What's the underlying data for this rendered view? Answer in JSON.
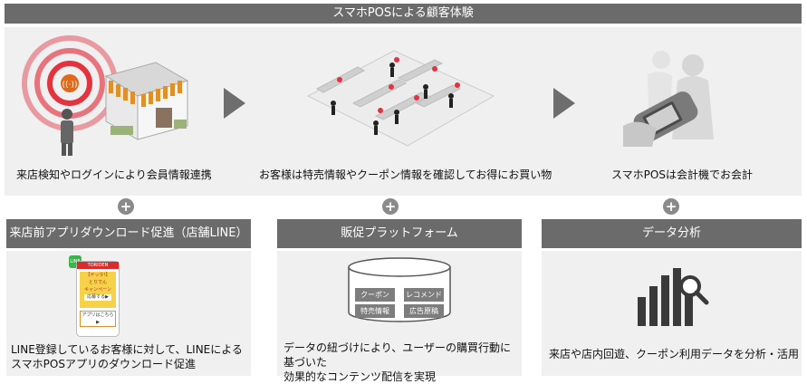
{
  "banner": "スマホPOSによる顧客体験",
  "steps": [
    {
      "label": "来店検知やログインにより会員情報連携"
    },
    {
      "label": "お客様は特売情報やクーポン情報を確認してお得にお買い物"
    },
    {
      "label": "スマホPOSは会計機でお会計"
    }
  ],
  "plus_symbol": "+",
  "panels": [
    {
      "title": "来店前アプリダウンロード促進（店舗LINE）",
      "desc_lines": [
        "LINE登録しているお客様に対して、LINEによる",
        "スマホPOSアプリのダウンロード促進"
      ],
      "phone": {
        "logo": "TORIDEN",
        "line_badge": "LINE",
        "campaign_lines": [
          "【ヤッタ!】",
          "とりでん",
          "キャンペーン"
        ],
        "btn1": "応募する▶",
        "btn2": "アプリはこちら▶"
      }
    },
    {
      "title": "販促プラットフォーム",
      "desc_lines": [
        "データの紐づけにより、ユーザーの購買行動に基づいた",
        "効果的なコンテンツ配信を実現"
      ],
      "tags": [
        "クーポン",
        "レコメンド",
        "特売情報",
        "広告原稿"
      ]
    },
    {
      "title": "データ分析",
      "desc_lines": [
        "来店や店内回遊、クーポン利用データを分析・活用"
      ]
    }
  ],
  "colors": {
    "header": "#6b6b6b",
    "panel": "#f0f0f0",
    "radar": "#e2333f",
    "accent": "#e06a1b"
  },
  "icons": [
    "store-radar-icon",
    "store-floor-icon",
    "handheld-pos-icon",
    "database-icon",
    "bar-chart-magnifier-icon",
    "line-icon"
  ]
}
